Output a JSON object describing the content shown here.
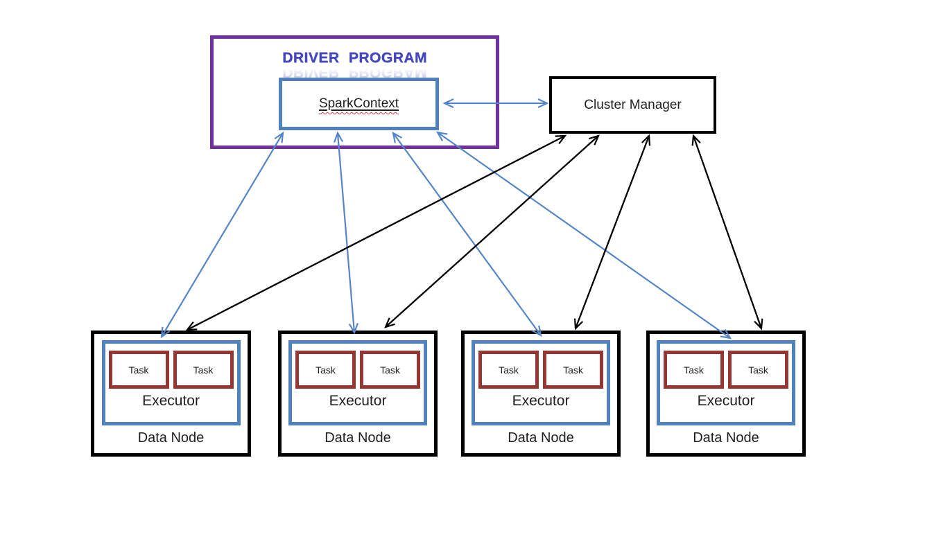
{
  "driver_program": {
    "title": "DRIVER PROGRAM",
    "spark_context_label": "SparkContext"
  },
  "cluster_manager": {
    "label": "Cluster Manager"
  },
  "data_nodes": [
    {
      "label": "Data Node",
      "executor_label": "Executor",
      "tasks": [
        "Task",
        "Task"
      ]
    },
    {
      "label": "Data Node",
      "executor_label": "Executor",
      "tasks": [
        "Task",
        "Task"
      ]
    },
    {
      "label": "Data Node",
      "executor_label": "Executor",
      "tasks": [
        "Task",
        "Task"
      ]
    },
    {
      "label": "Data Node",
      "executor_label": "Executor",
      "tasks": [
        "Task",
        "Task"
      ]
    }
  ],
  "colors": {
    "driver_border": "#7030a0",
    "spark_border": "#4f81bd",
    "executor_border": "#4f81bd",
    "task_border": "#943634",
    "node_border": "#000000",
    "cluster_manager_border": "#000000",
    "title_text": "#4b44ba",
    "arrow_blue": "#5585c8",
    "arrow_black": "#000000",
    "spellcheck_wavy": "#e03a3a"
  }
}
